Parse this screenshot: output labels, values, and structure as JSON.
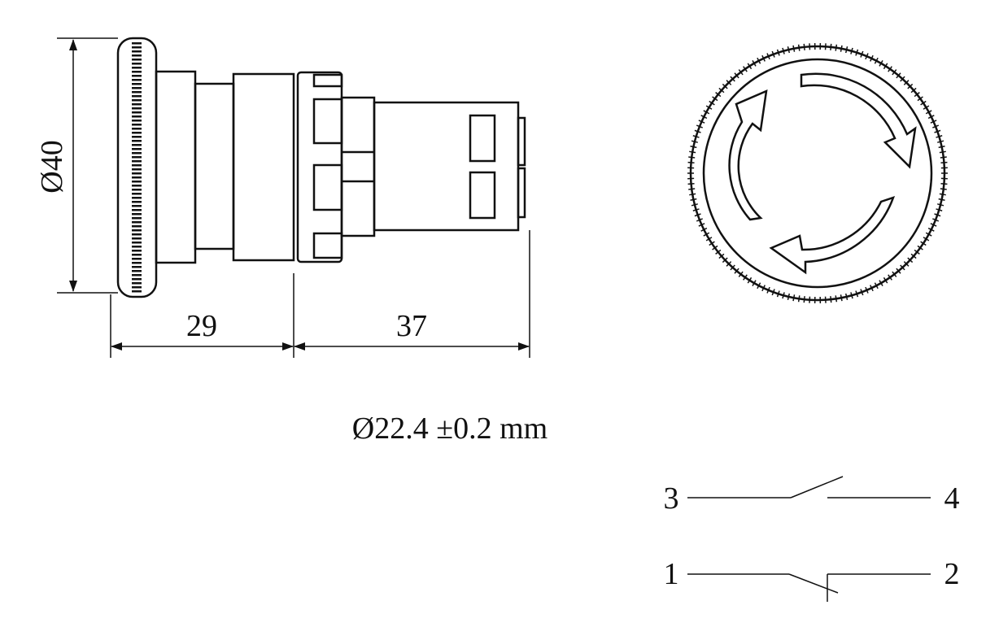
{
  "dimensions": {
    "diameter_label": "Ø40",
    "length_front_label": "29",
    "length_rear_label": "37",
    "mounting_hole_label": "Ø22.4 ±0.2 mm"
  },
  "switch_diagram": {
    "no_contact": {
      "left_terminal": "3",
      "right_terminal": "4"
    },
    "nc_contact": {
      "left_terminal": "1",
      "right_terminal": "2"
    }
  },
  "colors": {
    "line": "#111111",
    "background": "#ffffff"
  }
}
